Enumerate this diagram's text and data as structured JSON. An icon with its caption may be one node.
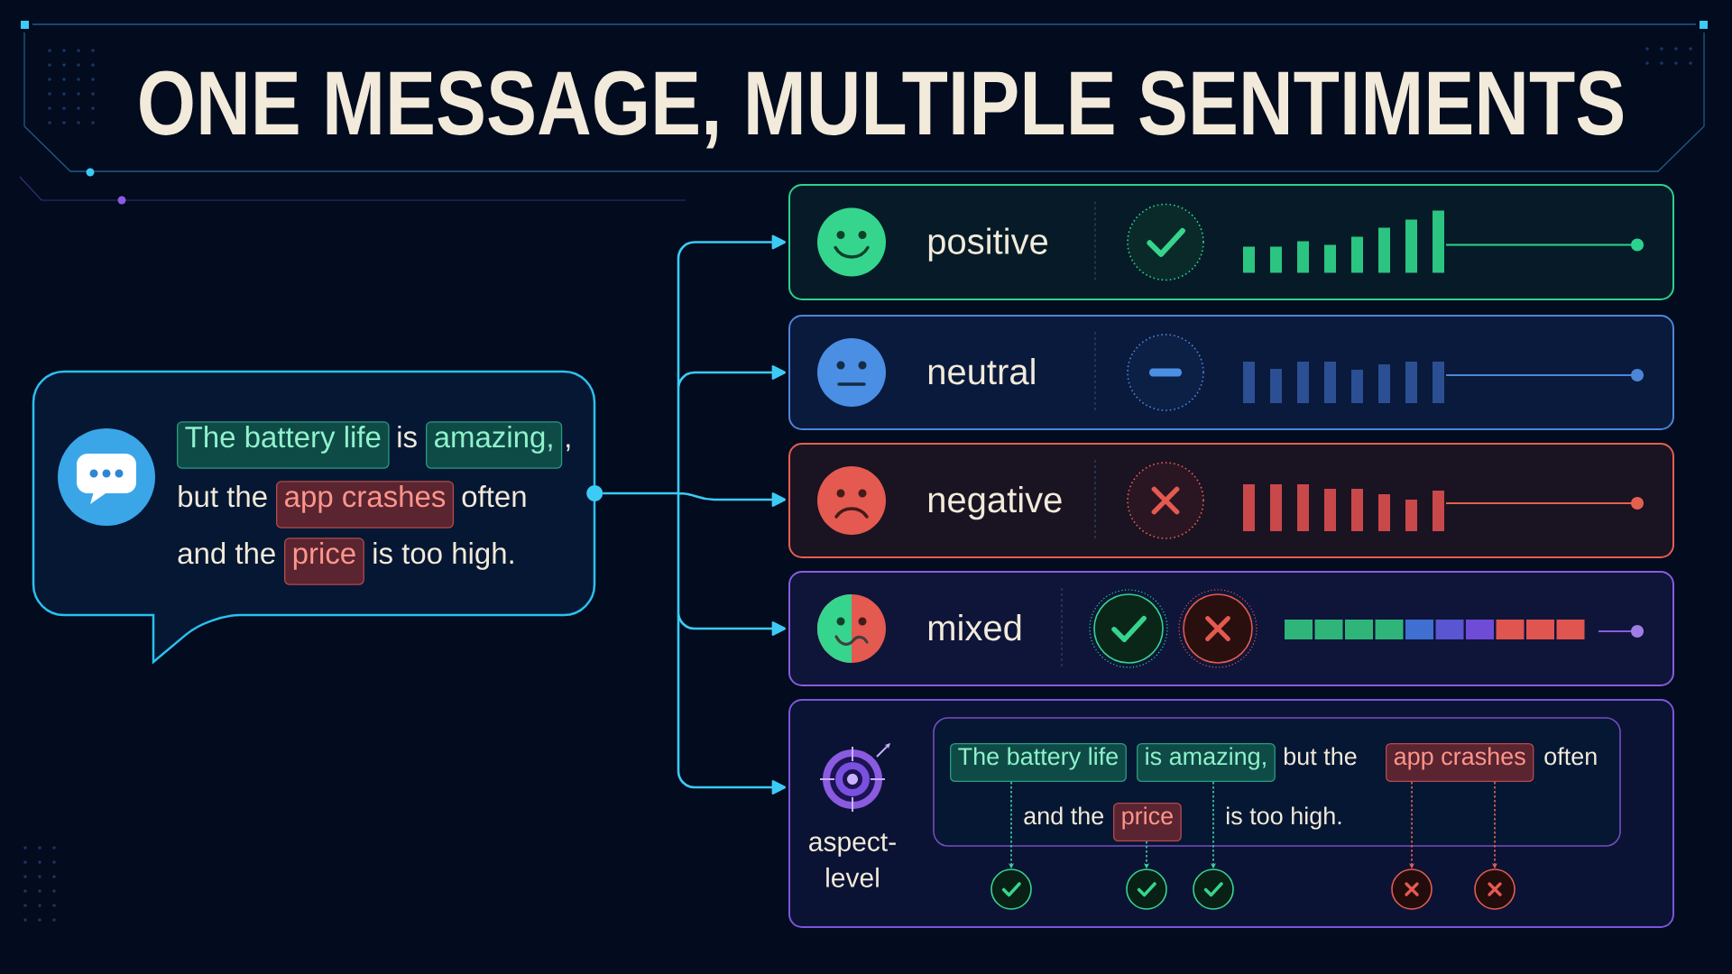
{
  "diagram": {
    "title": "ONE MESSAGE, MULTIPLE SENTIMENTS",
    "nodes": [
      {
        "text": [
          "is",
          ",",
          "but the",
          "often",
          "and the",
          "is too high."
        ]
      },
      {
        "text": [
          "The battery life"
        ],
        "in": 0
      },
      {
        "text": [
          "amazing,"
        ],
        "in": 0
      },
      {
        "text": [
          "app crashes"
        ],
        "in": 0
      },
      {
        "text": [
          "price"
        ],
        "in": 0
      },
      {
        "text": [
          "positive"
        ]
      },
      {
        "text": [
          "neutral"
        ]
      },
      {
        "text": [
          "negative"
        ]
      },
      {
        "text": [
          "mixed"
        ]
      },
      {
        "text": [
          "aspect- level"
        ]
      },
      {
        "text": [
          "but the",
          "often",
          "and the",
          "is too high."
        ],
        "in": 9
      },
      {
        "text": [
          "The battery life"
        ],
        "in": 10
      },
      {
        "text": [
          "is amazing,"
        ],
        "in": 10
      },
      {
        "text": [
          "app crashes"
        ],
        "in": 10
      },
      {
        "text": [
          "price"
        ],
        "in": 10
      },
      {
        "text": [],
        "shape": "circle",
        "in": 9
      },
      {
        "text": [],
        "shape": "circle",
        "in": 9
      },
      {
        "text": [],
        "shape": "circle",
        "in": 9
      },
      {
        "text": [],
        "shape": "circle",
        "in": 9
      },
      {
        "text": [],
        "shape": "circle",
        "in": 9
      }
    ],
    "edges": [
      {
        "from": 0,
        "to": 5,
        "arrow": "to"
      },
      {
        "from": 0,
        "to": 6,
        "arrow": "to"
      },
      {
        "from": 0,
        "to": 7,
        "arrow": "to"
      },
      {
        "from": 0,
        "to": 8,
        "arrow": "to"
      },
      {
        "from": 0,
        "to": 9,
        "arrow": "to"
      },
      {
        "from": 11,
        "to": 15,
        "arrow": "to",
        "style": "dashed",
        "color": "#3fd6a6"
      },
      {
        "from": 14,
        "to": 16,
        "arrow": "to",
        "style": "dashed",
        "color": "#3fd6a6"
      },
      {
        "from": 12,
        "to": 17,
        "arrow": "to",
        "style": "dashed",
        "color": "#3fd6a6"
      },
      {
        "from": 13,
        "to": 18,
        "arrow": "to",
        "style": "dashed",
        "color": "#e8645a"
      },
      {
        "from": 13,
        "to": 19,
        "arrow": "to",
        "style": "dashed",
        "color": "#e8645a"
      }
    ]
  }
}
